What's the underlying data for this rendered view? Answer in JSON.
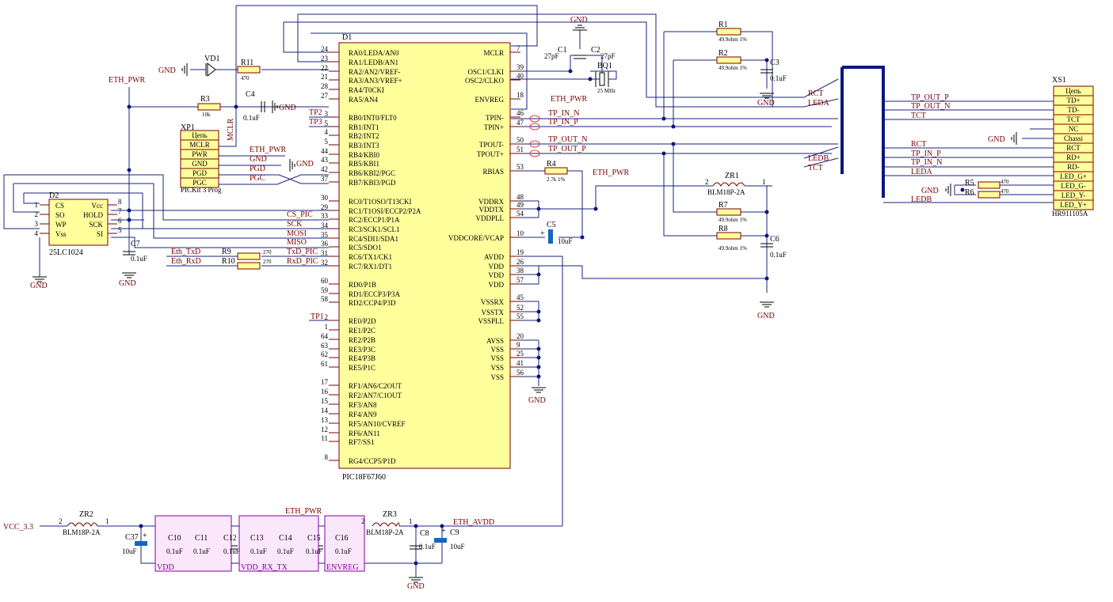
{
  "mcu": {
    "ref": "D1",
    "part": "PIC18F67J60",
    "left_pins": [
      {
        "num": "24",
        "name": "RA0/LEDA/AN0"
      },
      {
        "num": "23",
        "name": "RA1/LEDB/AN1"
      },
      {
        "num": "22",
        "name": "RA2/AN2/VREF-"
      },
      {
        "num": "21",
        "name": "RA3/AN3/VREF+"
      },
      {
        "num": "28",
        "name": "RA4/T0CKI"
      },
      {
        "num": "27",
        "name": "RA5/AN4"
      },
      {
        "num": "3",
        "name": "RB0/INT0/FLT0"
      },
      {
        "num": "5",
        "name": "RB1/INT1"
      },
      {
        "num": "4",
        "name": "RB2/INT2"
      },
      {
        "num": "5",
        "name": "RB3/INT3"
      },
      {
        "num": "44",
        "name": "RB4/KBI0"
      },
      {
        "num": "43",
        "name": "RB5/KBI1"
      },
      {
        "num": "42",
        "name": "RB6/KBI2/PGC"
      },
      {
        "num": "37",
        "name": "RB7/KBI3/PGD"
      },
      {
        "num": "30",
        "name": "RC0/T1OSO/T13CKI"
      },
      {
        "num": "29",
        "name": "RC1/T1OSI/ECCP2/P2A"
      },
      {
        "num": "33",
        "name": "RC2/ECCP1/P1A"
      },
      {
        "num": "34",
        "name": "RC3/SCK1/SCL1"
      },
      {
        "num": "35",
        "name": "RC4/SDI1/SDA1"
      },
      {
        "num": "36",
        "name": "RC5/SDO1"
      },
      {
        "num": "31",
        "name": "RC6/TX1/CK1"
      },
      {
        "num": "32",
        "name": "RC7/RX1/DT1"
      },
      {
        "num": "60",
        "name": "RD0/P1B"
      },
      {
        "num": "59",
        "name": "RD1/ECCP3/P3A"
      },
      {
        "num": "58",
        "name": "RD2/CCP4/P3D"
      },
      {
        "num": "2",
        "name": "RE0/P2D"
      },
      {
        "num": "1",
        "name": "RE1/P2C"
      },
      {
        "num": "64",
        "name": "RE2/P2B"
      },
      {
        "num": "63",
        "name": "RE3/P3C"
      },
      {
        "num": "62",
        "name": "RE4/P3B"
      },
      {
        "num": "61",
        "name": "RE5/P1C"
      },
      {
        "num": "17",
        "name": "RF1/AN6/C2OUT"
      },
      {
        "num": "16",
        "name": "RF2/AN7/C1OUT"
      },
      {
        "num": "15",
        "name": "RF3/AN8"
      },
      {
        "num": "14",
        "name": "RF4/AN9"
      },
      {
        "num": "13",
        "name": "RF5/AN10/CVREF"
      },
      {
        "num": "12",
        "name": "RF6/AN11"
      },
      {
        "num": "11",
        "name": "RF7/SS1"
      },
      {
        "num": "8",
        "name": "RG4/CCP5/P1D"
      }
    ],
    "right_pins": [
      {
        "num": "7",
        "name": "MCLR"
      },
      {
        "num": "39",
        "name": "OSC1/CLKI"
      },
      {
        "num": "40",
        "name": "OSC2/CLKO"
      },
      {
        "num": "18",
        "name": "ENVREG"
      },
      {
        "num": "46",
        "name": "TPIN-"
      },
      {
        "num": "47",
        "name": "TPIN+"
      },
      {
        "num": "50",
        "name": "TPOUT-"
      },
      {
        "num": "51",
        "name": "TPOUT+"
      },
      {
        "num": "53",
        "name": "RBIAS"
      },
      {
        "num": "48",
        "name": "VDDRX"
      },
      {
        "num": "49",
        "name": "VDDTX"
      },
      {
        "num": "54",
        "name": "VDDPLL"
      },
      {
        "num": "10",
        "name": "VDDCORE/VCAP"
      },
      {
        "num": "19",
        "name": "AVDD"
      },
      {
        "num": "26",
        "name": "VDD"
      },
      {
        "num": "38",
        "name": "VDD"
      },
      {
        "num": "57",
        "name": "VDD"
      },
      {
        "num": "45",
        "name": "VSSRX"
      },
      {
        "num": "52",
        "name": "VSSTX"
      },
      {
        "num": "55",
        "name": "VSSPLL"
      },
      {
        "num": "20",
        "name": "AVSS"
      },
      {
        "num": "9",
        "name": "VSS"
      },
      {
        "num": "25",
        "name": "VSS"
      },
      {
        "num": "41",
        "name": "VSS"
      },
      {
        "num": "56",
        "name": "VSS"
      }
    ]
  },
  "eeprom": {
    "ref": "D2",
    "part": "25LC1024",
    "left_pins": [
      {
        "num": "1",
        "name": "CS"
      },
      {
        "num": "2",
        "name": "SO"
      },
      {
        "num": "3",
        "name": "WP"
      },
      {
        "num": "4",
        "name": "Vss"
      }
    ],
    "right_pins": [
      {
        "num": "8",
        "name": "Vcc"
      },
      {
        "num": "7",
        "name": "HOLD"
      },
      {
        "num": "6",
        "name": "SCK"
      },
      {
        "num": "5",
        "name": "SI"
      }
    ]
  },
  "pickit": {
    "ref": "XP1",
    "part": "PICKit 3 Prog",
    "pins": [
      "Цепь",
      "MCLR",
      "PWR",
      "GND",
      "PGD",
      "PGC"
    ]
  },
  "rj45": {
    "ref": "XS1",
    "part": "HR911105A",
    "pins": [
      "Цепь",
      "TD+",
      "TD-",
      "TCT",
      "NC",
      "Chassi",
      "RCT",
      "RD+",
      "RD-",
      "LED_G+",
      "LED_G-",
      "LED_Y-",
      "LED_Y+"
    ]
  },
  "nets": {
    "eth_pwr": "ETH_PWR",
    "gnd": "GND",
    "mclr": "MCLR",
    "tp2": "TP2",
    "tp3": "TP3",
    "tp1": "TP1",
    "cs_pic": "CS_PIC",
    "sck": "SCK",
    "mosi": "MOSI",
    "miso": "MISO",
    "eth_txd": "Eth_TxD",
    "eth_rxd": "Eth_RxD",
    "txd_pic": "TxD_PIC",
    "rxd_pic": "RxD_PIC",
    "tp_in_n": "TP_IN_N",
    "tp_in_p": "TP_IN_P",
    "tp_out_n": "TP_OUT_N",
    "tp_out_p": "TP_OUT_P",
    "rct": "RCT",
    "leda": "LEDA",
    "ledb": "LEDB",
    "tct": "TCT",
    "vcc_3_3": "VCC_3.3",
    "eth_avdd": "ETH_AVDD",
    "pgd": "PGD",
    "pgc": "PGC"
  },
  "components": {
    "vd1": "VD1",
    "r11": "R11",
    "r11_val": "470",
    "r3": "R3",
    "r3_val": "10k",
    "c4": "C4",
    "c4_val": "0.1uF",
    "c7": "C7",
    "c7_val": "0.1uF",
    "r9": "R9",
    "r9_val": "270",
    "r10": "R10",
    "r10_val": "270",
    "c1": "C1",
    "c1_val": "27pF",
    "c2": "C2",
    "c2_val": "27pF",
    "bq1": "BQ1",
    "bq1_val": "25 MHz",
    "r4": "R4",
    "r4_val": "2.7k 1%",
    "c5": "C5",
    "c5_val": "10uF",
    "r1": "R1",
    "r1_val": "49.9ohm 1%",
    "r2": "R2",
    "r2_val": "49.9ohm 1%",
    "c3": "C3",
    "c3_val": "0.1uF",
    "zr1": "ZR1",
    "zr1_val": "BLM18P-2A",
    "zr1_p2": "2",
    "zr1_p1": "1",
    "r7": "R7",
    "r7_val": "49.9ohm 1%",
    "r8": "R8",
    "r8_val": "49.9ohm 1%",
    "c6": "C6",
    "c6_val": "0.1uF",
    "r5": "R5",
    "r5_val": "470",
    "r6": "R6",
    "r6_val": "470",
    "zr2": "ZR2",
    "zr2_val": "BLM18P-2A",
    "zr2_p2": "2",
    "zr2_p1": "1",
    "c37": "C37",
    "c37_val": "10uF",
    "c10": "C10",
    "c11": "C11",
    "c12": "C12",
    "c13": "C13",
    "c14": "C14",
    "c15": "C15",
    "c16": "C16",
    "cap_val": "0.1uF",
    "zr3": "ZR3",
    "zr3_val": "BLM18P-2A",
    "zr3_p2": "2",
    "zr3_p1": "1",
    "c8": "C8",
    "c8_val": "0.1uF",
    "c9": "C9",
    "c9_val": "10uF"
  },
  "groups": {
    "vdd": "VDD",
    "vdd_rx_tx": "VDD_RX_TX",
    "envreg": "ENVREG"
  },
  "misc": {
    "plus": "+"
  },
  "colors": {
    "wire": "#1a237e",
    "component": "#7a0000",
    "body": "#ffff9c",
    "group": "#8000a0"
  }
}
